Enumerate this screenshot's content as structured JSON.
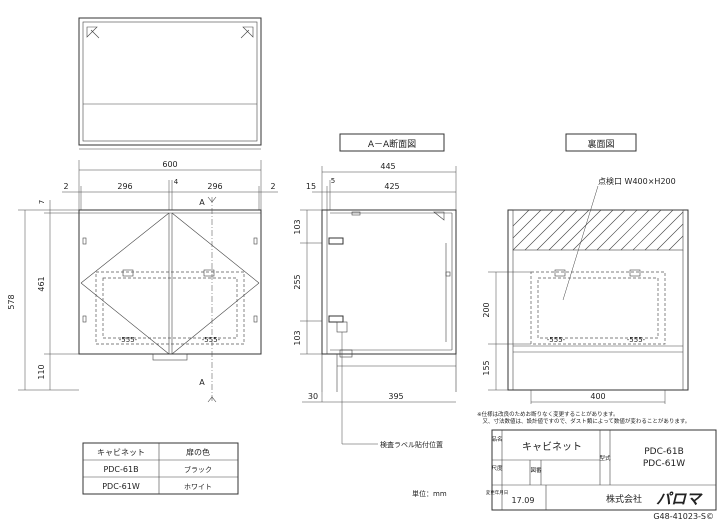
{
  "views": {
    "section_title": "A－A断面図",
    "back_title": "裏面図"
  },
  "front": {
    "dim_total_width": "600",
    "dim_left_gap": "2",
    "dim_left_door": "296",
    "dim_center_gap": "4",
    "dim_right_door": "296",
    "dim_right_gap": "2",
    "dim_top": "7",
    "dim_height_total": "578",
    "dim_door_height": "461",
    "dim_base": "110",
    "section_marker_top": "A",
    "section_marker_bottom": "A",
    "hinge_code": "-555-"
  },
  "section": {
    "dim_total_depth": "445",
    "dim_front": "15",
    "dim_door": "5",
    "dim_body": "425",
    "dim_upper": "103",
    "dim_middle": "255",
    "dim_lower": "103",
    "dim_bottom_front": "30",
    "dim_bottom_body": "395",
    "label_callout": "検査ラベル貼付位置"
  },
  "back": {
    "inspection_label": "点検口 W400×H200",
    "dim_opening_height": "200",
    "dim_bottom": "155",
    "dim_opening_width": "400"
  },
  "notes": {
    "line1": "※仕様は改良のためお断りなく変更することがあります。",
    "line2": "　又、寸法数値は、設計値ですので、ダスト類によって数値が変わることがあります。"
  },
  "color_table": {
    "header_product": "キャビネット",
    "header_color": "扉の色",
    "rows": [
      {
        "model": "PDC-61B",
        "color": "ブラック"
      },
      {
        "model": "PDC-61W",
        "color": "ホワイト"
      }
    ]
  },
  "unit_label": "単位：mm",
  "title_block": {
    "label_name": "品名",
    "product_name": "キャビネット",
    "label_size": "尺度",
    "label_figure": "図番",
    "label_date": "変更年月日",
    "date": "17.09",
    "label_model": "型式",
    "model_1": "PDC-61B",
    "model_2": "PDC-61W",
    "company": "株式会社",
    "brand": "パロマ"
  },
  "doc_number": "G48-41023-S©"
}
